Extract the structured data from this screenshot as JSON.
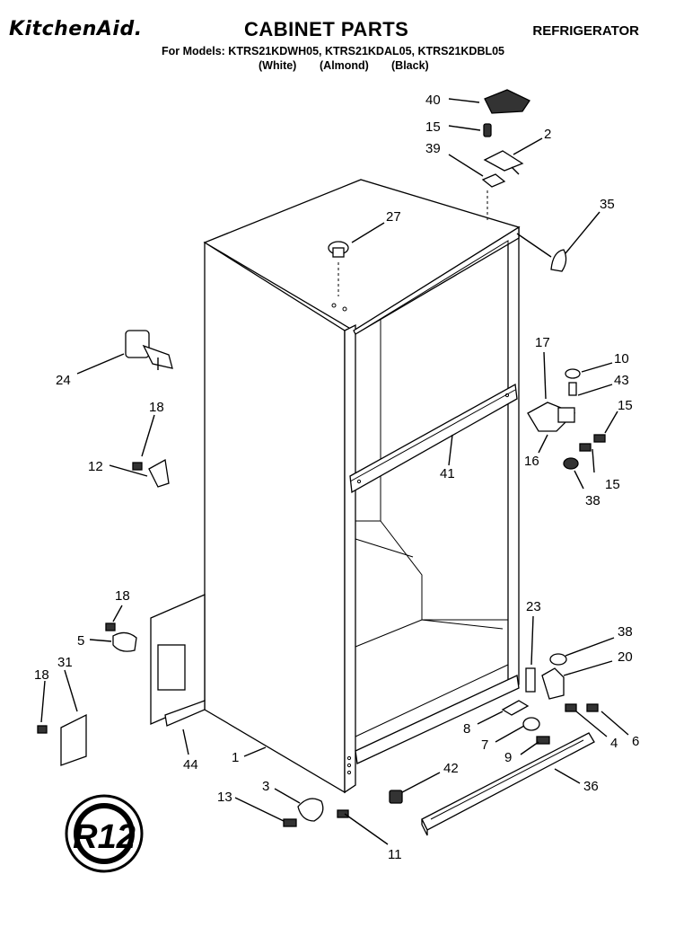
{
  "header": {
    "brand": "KitchenAid.",
    "title": "CABINET PARTS",
    "category": "REFRIGERATOR",
    "models_line": "For Models: KTRS21KDWH05, KTRS21KDAL05, KTRS21KDBL05",
    "colors": [
      "(White)",
      "(Almond)",
      "(Black)"
    ]
  },
  "seal": {
    "text": "R12"
  },
  "callouts": [
    "40",
    "15",
    "2",
    "39",
    "35",
    "27",
    "24",
    "18",
    "12",
    "17",
    "10",
    "43",
    "15",
    "16",
    "15",
    "38",
    "41",
    "18",
    "5",
    "23",
    "38",
    "20",
    "31",
    "18",
    "8",
    "6",
    "7",
    "4",
    "9",
    "44",
    "1",
    "42",
    "3",
    "36",
    "13",
    "11"
  ]
}
